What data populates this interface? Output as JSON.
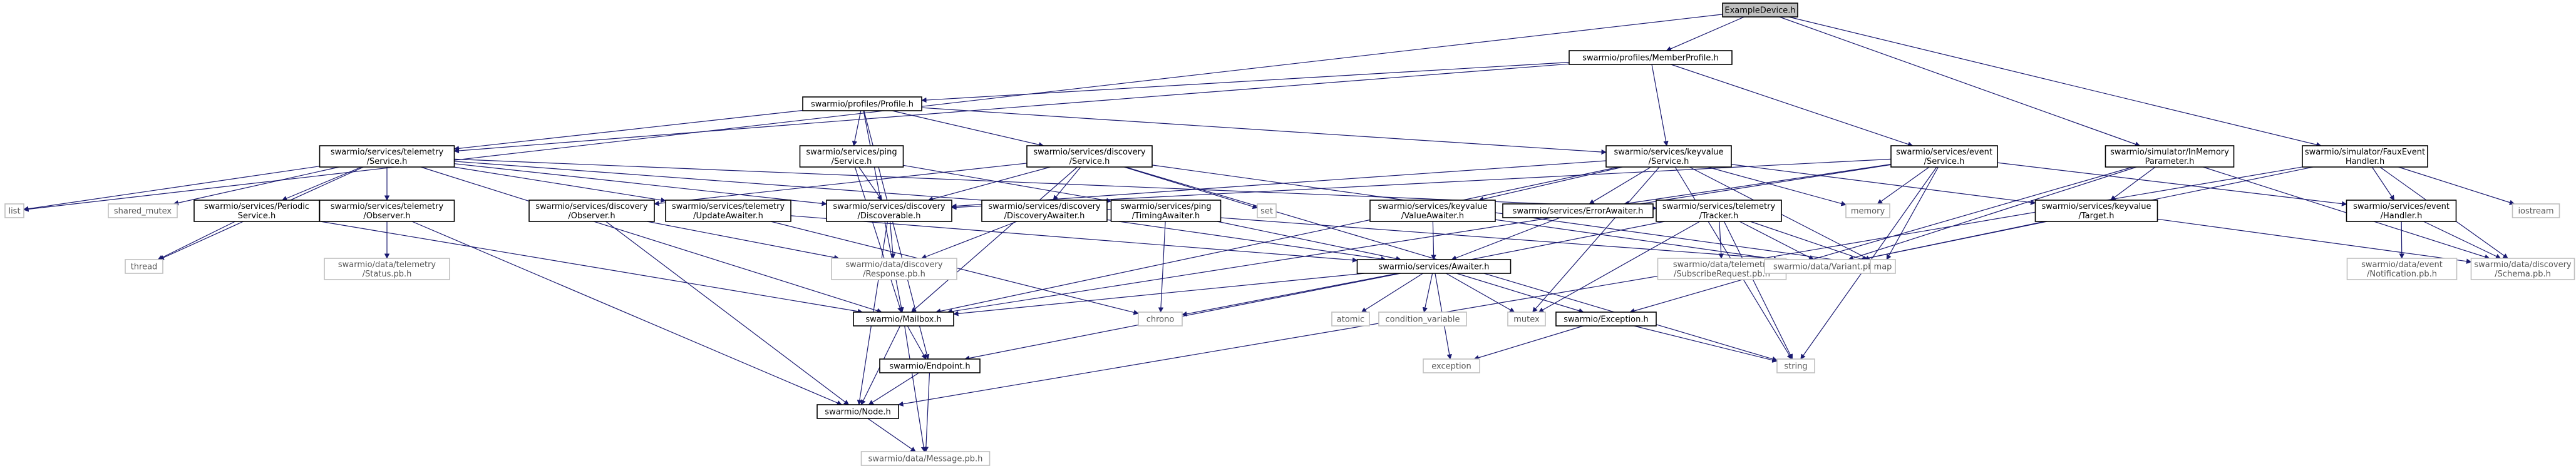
{
  "diagram": {
    "type": "include-dependency-graph",
    "colors": {
      "root_fill": "#bfbfbf",
      "node_border": "#000000",
      "external_border": "#bfbfbf",
      "edge": "#191970"
    },
    "nodes": [
      {
        "id": "root",
        "lines": [
          "ExampleDevice.h"
        ],
        "kind": "root"
      },
      {
        "id": "memberprofile",
        "lines": [
          "swarmio/profiles/MemberProfile.h"
        ],
        "kind": "proj"
      },
      {
        "id": "profile",
        "lines": [
          "swarmio/profiles/Profile.h"
        ],
        "kind": "proj"
      },
      {
        "id": "inmem",
        "lines": [
          "swarmio/simulator/InMemory",
          "Parameter.h"
        ],
        "kind": "proj"
      },
      {
        "id": "fauxevent",
        "lines": [
          "swarmio/simulator/FauxEvent",
          "Handler.h"
        ],
        "kind": "proj"
      },
      {
        "id": "telemsvc",
        "lines": [
          "swarmio/services/telemetry",
          "/Service.h"
        ],
        "kind": "proj"
      },
      {
        "id": "pingsvc",
        "lines": [
          "swarmio/services/ping",
          "/Service.h"
        ],
        "kind": "proj"
      },
      {
        "id": "discsvc",
        "lines": [
          "swarmio/services/discovery",
          "/Service.h"
        ],
        "kind": "proj"
      },
      {
        "id": "kvsvc",
        "lines": [
          "swarmio/services/keyvalue",
          "/Service.h"
        ],
        "kind": "proj"
      },
      {
        "id": "eventsvc",
        "lines": [
          "swarmio/services/event",
          "/Service.h"
        ],
        "kind": "proj"
      },
      {
        "id": "list",
        "lines": [
          "list"
        ],
        "kind": "ext"
      },
      {
        "id": "sharedmutex",
        "lines": [
          "shared_mutex"
        ],
        "kind": "ext"
      },
      {
        "id": "periodic",
        "lines": [
          "swarmio/services/Periodic",
          "Service.h"
        ],
        "kind": "proj"
      },
      {
        "id": "telemobs",
        "lines": [
          "swarmio/services/telemetry",
          "/Observer.h"
        ],
        "kind": "proj"
      },
      {
        "id": "discobs",
        "lines": [
          "swarmio/services/discovery",
          "/Observer.h"
        ],
        "kind": "proj"
      },
      {
        "id": "updaw",
        "lines": [
          "swarmio/services/telemetry",
          "/UpdateAwaiter.h"
        ],
        "kind": "proj"
      },
      {
        "id": "discoverable",
        "lines": [
          "swarmio/services/discovery",
          "/Discoverable.h"
        ],
        "kind": "proj"
      },
      {
        "id": "discaw",
        "lines": [
          "swarmio/services/discovery",
          "/DiscoveryAwaiter.h"
        ],
        "kind": "proj"
      },
      {
        "id": "timingaw",
        "lines": [
          "swarmio/services/ping",
          "/TimingAwaiter.h"
        ],
        "kind": "proj"
      },
      {
        "id": "set",
        "lines": [
          "set"
        ],
        "kind": "ext"
      },
      {
        "id": "valueaw",
        "lines": [
          "swarmio/services/keyvalue",
          "/ValueAwaiter.h"
        ],
        "kind": "proj"
      },
      {
        "id": "erroraw",
        "lines": [
          "swarmio/services/ErrorAwaiter.h"
        ],
        "kind": "proj"
      },
      {
        "id": "tracker",
        "lines": [
          "swarmio/services/telemetry",
          "/Tracker.h"
        ],
        "kind": "proj"
      },
      {
        "id": "memory",
        "lines": [
          "memory"
        ],
        "kind": "ext"
      },
      {
        "id": "kvtarget",
        "lines": [
          "swarmio/services/keyvalue",
          "/Target.h"
        ],
        "kind": "proj"
      },
      {
        "id": "evhandler",
        "lines": [
          "swarmio/services/event",
          "/Handler.h"
        ],
        "kind": "proj"
      },
      {
        "id": "iostream",
        "lines": [
          "iostream"
        ],
        "kind": "ext"
      },
      {
        "id": "thread",
        "lines": [
          "thread"
        ],
        "kind": "ext"
      },
      {
        "id": "statuspb",
        "lines": [
          "swarmio/data/telemetry",
          "/Status.pb.h"
        ],
        "kind": "ext"
      },
      {
        "id": "responsepb",
        "lines": [
          "swarmio/data/discovery",
          "/Response.pb.h"
        ],
        "kind": "ext"
      },
      {
        "id": "awaiter",
        "lines": [
          "swarmio/services/Awaiter.h"
        ],
        "kind": "proj"
      },
      {
        "id": "subscribepb",
        "lines": [
          "swarmio/data/telemetry",
          "/SubscribeRequest.pb.h"
        ],
        "kind": "ext"
      },
      {
        "id": "variantpb",
        "lines": [
          "swarmio/data/Variant.pb.h"
        ],
        "kind": "ext"
      },
      {
        "id": "map",
        "lines": [
          "map"
        ],
        "kind": "ext"
      },
      {
        "id": "notificationpb",
        "lines": [
          "swarmio/data/event",
          "/Notification.pb.h"
        ],
        "kind": "ext"
      },
      {
        "id": "schemapb",
        "lines": [
          "swarmio/data/discovery",
          "/Schema.pb.h"
        ],
        "kind": "ext"
      },
      {
        "id": "mailbox",
        "lines": [
          "swarmio/Mailbox.h"
        ],
        "kind": "proj"
      },
      {
        "id": "chrono",
        "lines": [
          "chrono"
        ],
        "kind": "ext"
      },
      {
        "id": "atomic",
        "lines": [
          "atomic"
        ],
        "kind": "ext"
      },
      {
        "id": "condvar",
        "lines": [
          "condition_variable"
        ],
        "kind": "ext"
      },
      {
        "id": "mutex",
        "lines": [
          "mutex"
        ],
        "kind": "ext"
      },
      {
        "id": "exceptionh",
        "lines": [
          "swarmio/Exception.h"
        ],
        "kind": "proj"
      },
      {
        "id": "endpoint",
        "lines": [
          "swarmio/Endpoint.h"
        ],
        "kind": "proj"
      },
      {
        "id": "exception",
        "lines": [
          "exception"
        ],
        "kind": "ext"
      },
      {
        "id": "string",
        "lines": [
          "string"
        ],
        "kind": "ext"
      },
      {
        "id": "node",
        "lines": [
          "swarmio/Node.h"
        ],
        "kind": "proj"
      },
      {
        "id": "messagepb",
        "lines": [
          "swarmio/data/Message.pb.h"
        ],
        "kind": "ext"
      }
    ],
    "edges": [
      [
        "root",
        "memberprofile"
      ],
      [
        "root",
        "list"
      ],
      [
        "root",
        "inmem"
      ],
      [
        "root",
        "fauxevent"
      ],
      [
        "memberprofile",
        "profile"
      ],
      [
        "memberprofile",
        "telemsvc"
      ],
      [
        "memberprofile",
        "kvsvc"
      ],
      [
        "memberprofile",
        "eventsvc"
      ],
      [
        "profile",
        "telemsvc"
      ],
      [
        "profile",
        "pingsvc"
      ],
      [
        "profile",
        "discsvc"
      ],
      [
        "profile",
        "kvsvc"
      ],
      [
        "profile",
        "mailbox"
      ],
      [
        "profile",
        "endpoint"
      ],
      [
        "telemsvc",
        "list"
      ],
      [
        "telemsvc",
        "sharedmutex"
      ],
      [
        "telemsvc",
        "thread"
      ],
      [
        "telemsvc",
        "periodic"
      ],
      [
        "telemsvc",
        "telemobs"
      ],
      [
        "telemsvc",
        "updaw"
      ],
      [
        "telemsvc",
        "discoverable"
      ],
      [
        "telemsvc",
        "tracker"
      ],
      [
        "telemsvc",
        "mailbox"
      ],
      [
        "telemsvc",
        "map"
      ],
      [
        "pingsvc",
        "discoverable"
      ],
      [
        "pingsvc",
        "timingaw"
      ],
      [
        "pingsvc",
        "mailbox"
      ],
      [
        "discsvc",
        "discobs"
      ],
      [
        "discsvc",
        "discaw"
      ],
      [
        "discsvc",
        "discoverable"
      ],
      [
        "discsvc",
        "set"
      ],
      [
        "discsvc",
        "mailbox"
      ],
      [
        "discsvc",
        "map"
      ],
      [
        "discsvc",
        "string"
      ],
      [
        "kvsvc",
        "discoverable"
      ],
      [
        "kvsvc",
        "valueaw"
      ],
      [
        "kvsvc",
        "erroraw"
      ],
      [
        "kvsvc",
        "kvtarget"
      ],
      [
        "kvsvc",
        "memory"
      ],
      [
        "kvsvc",
        "map"
      ],
      [
        "kvsvc",
        "string"
      ],
      [
        "kvsvc",
        "mailbox"
      ],
      [
        "kvsvc",
        "mutex"
      ],
      [
        "eventsvc",
        "discoverable"
      ],
      [
        "eventsvc",
        "evhandler"
      ],
      [
        "eventsvc",
        "erroraw"
      ],
      [
        "eventsvc",
        "memory"
      ],
      [
        "eventsvc",
        "map"
      ],
      [
        "eventsvc",
        "string"
      ],
      [
        "eventsvc",
        "mailbox"
      ],
      [
        "inmem",
        "kvtarget"
      ],
      [
        "inmem",
        "variantpb"
      ],
      [
        "inmem",
        "schemapb"
      ],
      [
        "inmem",
        "exceptionh"
      ],
      [
        "fauxevent",
        "evhandler"
      ],
      [
        "fauxevent",
        "iostream"
      ],
      [
        "fauxevent",
        "schemapb"
      ],
      [
        "fauxevent",
        "node"
      ],
      [
        "fauxevent",
        "variantpb"
      ],
      [
        "periodic",
        "thread"
      ],
      [
        "periodic",
        "mailbox"
      ],
      [
        "telemobs",
        "statuspb"
      ],
      [
        "telemobs",
        "node"
      ],
      [
        "discobs",
        "responsepb"
      ],
      [
        "discobs",
        "node"
      ],
      [
        "updaw",
        "awaiter"
      ],
      [
        "updaw",
        "chrono"
      ],
      [
        "discoverable",
        "responsepb"
      ],
      [
        "discoverable",
        "node"
      ],
      [
        "discaw",
        "awaiter"
      ],
      [
        "discaw",
        "responsepb"
      ],
      [
        "timingaw",
        "awaiter"
      ],
      [
        "timingaw",
        "chrono"
      ],
      [
        "valueaw",
        "awaiter"
      ],
      [
        "valueaw",
        "variantpb"
      ],
      [
        "erroraw",
        "awaiter"
      ],
      [
        "tracker",
        "subscribepb"
      ],
      [
        "tracker",
        "variantpb"
      ],
      [
        "tracker",
        "map"
      ],
      [
        "tracker",
        "mutex"
      ],
      [
        "tracker",
        "string"
      ],
      [
        "tracker",
        "endpoint"
      ],
      [
        "kvtarget",
        "variantpb"
      ],
      [
        "kvtarget",
        "schemapb"
      ],
      [
        "evhandler",
        "notificationpb"
      ],
      [
        "evhandler",
        "schemapb"
      ],
      [
        "awaiter",
        "mailbox"
      ],
      [
        "awaiter",
        "chrono"
      ],
      [
        "awaiter",
        "atomic"
      ],
      [
        "awaiter",
        "condvar"
      ],
      [
        "awaiter",
        "mutex"
      ],
      [
        "awaiter",
        "exceptionh"
      ],
      [
        "awaiter",
        "exception"
      ],
      [
        "mailbox",
        "endpoint"
      ],
      [
        "mailbox",
        "node"
      ],
      [
        "mailbox",
        "messagepb"
      ],
      [
        "exceptionh",
        "exception"
      ],
      [
        "exceptionh",
        "string"
      ],
      [
        "endpoint",
        "node"
      ],
      [
        "endpoint",
        "messagepb"
      ],
      [
        "node",
        "messagepb"
      ]
    ]
  }
}
